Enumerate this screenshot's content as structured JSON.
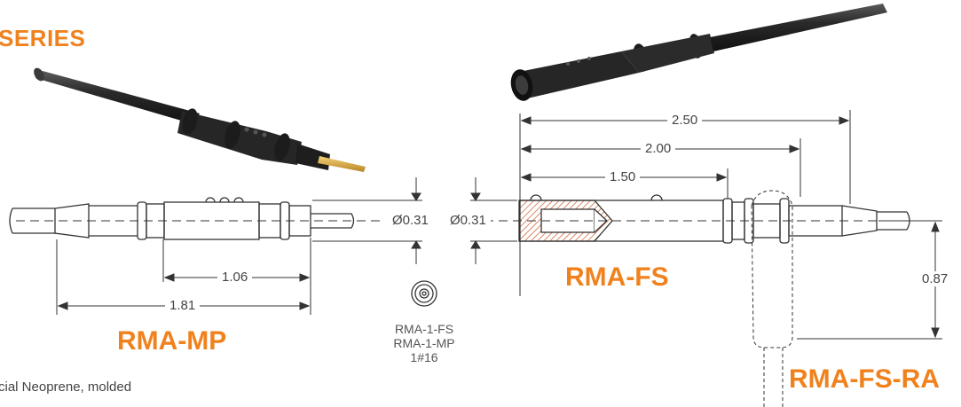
{
  "series_title": "SERIES",
  "note": "cial Neoprene, molded",
  "left_drawing": {
    "label": "RMA-MP",
    "diameter": "Ø0.31",
    "dim_short": "1.06",
    "dim_long": "1.81"
  },
  "center": {
    "lines": [
      "RMA-1-FS",
      "RMA-1-MP",
      "1#16"
    ]
  },
  "right_drawing": {
    "label": "RMA-FS",
    "diameter": "Ø0.31",
    "dim_150": "1.50",
    "dim_200": "2.00",
    "dim_250": "2.50"
  },
  "ra_drawing": {
    "label": "RMA-FS-RA",
    "dim_height": "0.87"
  },
  "colors": {
    "accent": "#f0821e",
    "line": "#333333",
    "hatch": "#c85a2a",
    "pin": "#d8a640",
    "cable": "#2a2a2a"
  }
}
